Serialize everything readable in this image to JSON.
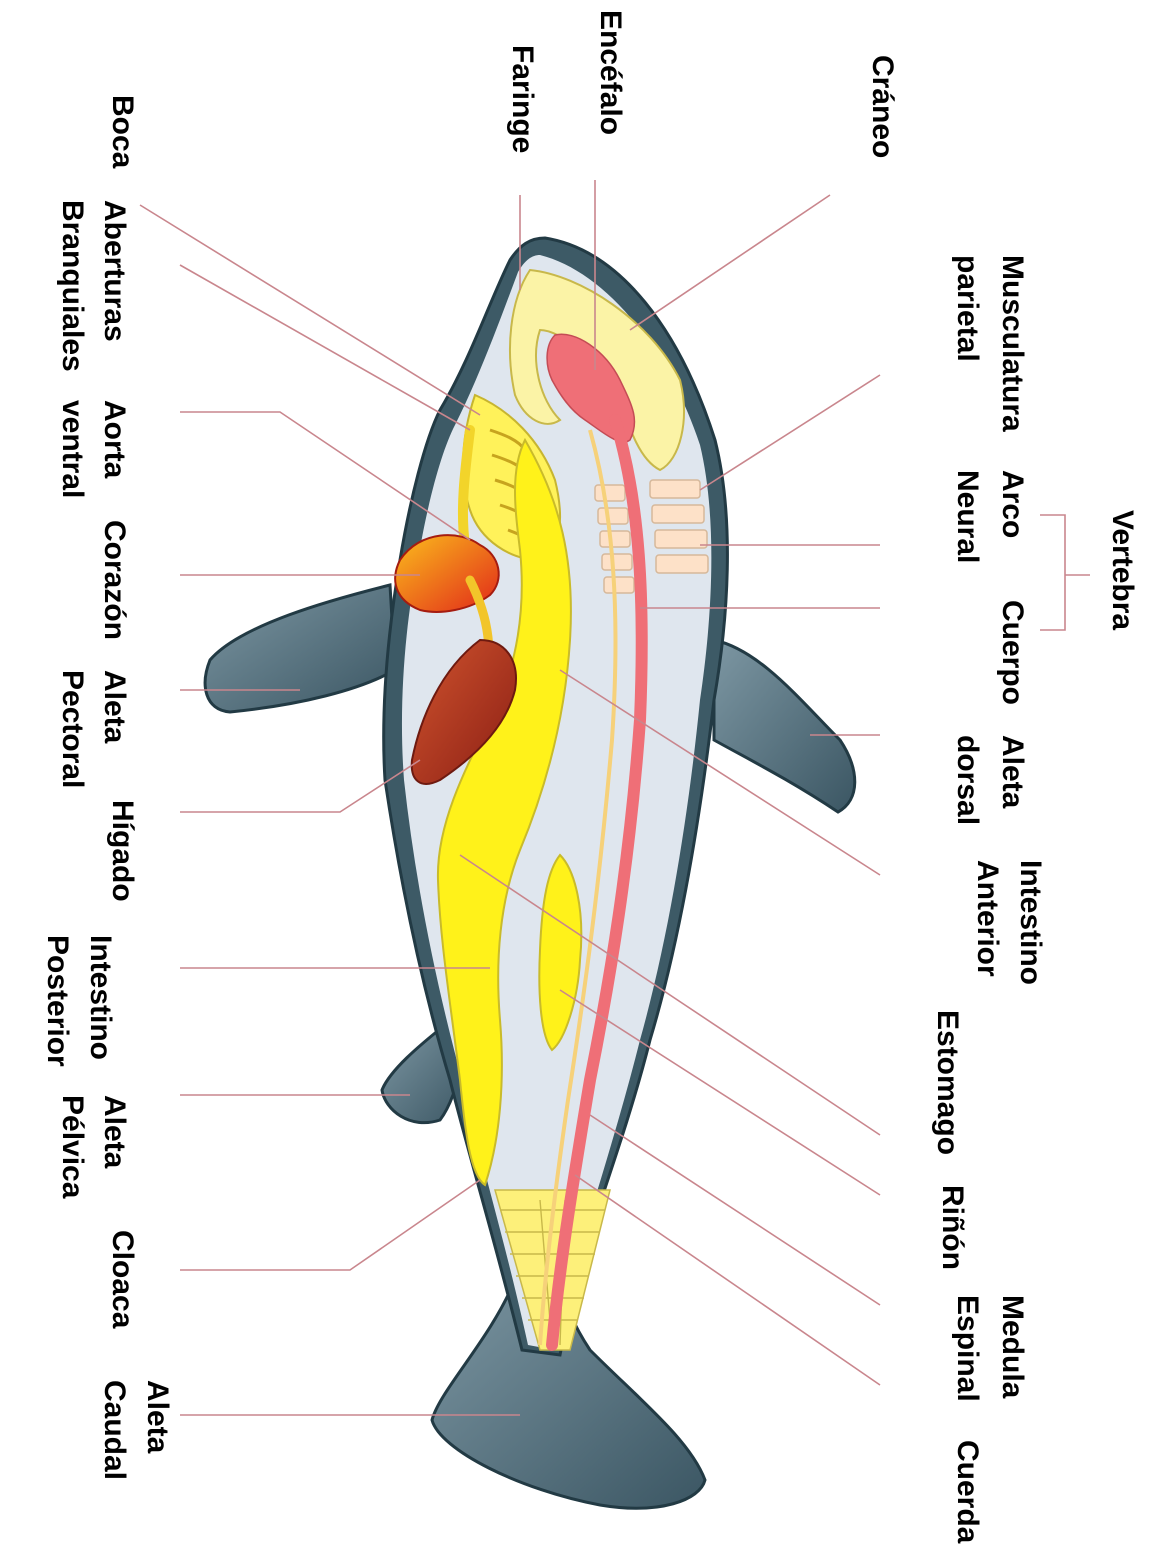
{
  "labels": {
    "craneo": "Cráneo",
    "encefalo": "Encéfalo",
    "faringe": "Faringe",
    "boca": "Boca",
    "aberturas": "Aberturas",
    "branquiales": "Branquiales",
    "musculatura": "Musculatura",
    "parietal": "parietal",
    "vertebra": "Vertebra",
    "arco": "Arco",
    "neural": "Neural",
    "cuerpo": "Cuerpo",
    "aorta": "Aorta",
    "ventral": "ventral",
    "corazon": "Corazón",
    "aleta_1": "Aleta",
    "pectoral": "Pectoral",
    "aleta_2": "Aleta",
    "dorsal": "dorsal",
    "higado": "Hígado",
    "intestino_1": "Intestino",
    "anterior": "Anterior",
    "intestino_2": "Intestino",
    "posterior": "Posterior",
    "estomago": "Estomago",
    "aleta_3": "Aleta",
    "pelvica": "Pélvica",
    "rinon": "Riñón",
    "cloaca": "Cloaca",
    "medula": "Medula",
    "espinal": "Espinal",
    "aleta_4": "Aleta",
    "caudal": "Caudal",
    "cuerda": "Cuerda"
  },
  "colors": {
    "skin": "#3d5a66",
    "body_fill": "#dfe6ee",
    "fin": "#4b6774",
    "yellow": "#fff21a",
    "pale_yellow": "#fbf3a6",
    "nerve_red": "#ee6f78",
    "heart_red": "#e3301e",
    "liver": "#a82d1e",
    "leader_line": "#c9868d"
  }
}
